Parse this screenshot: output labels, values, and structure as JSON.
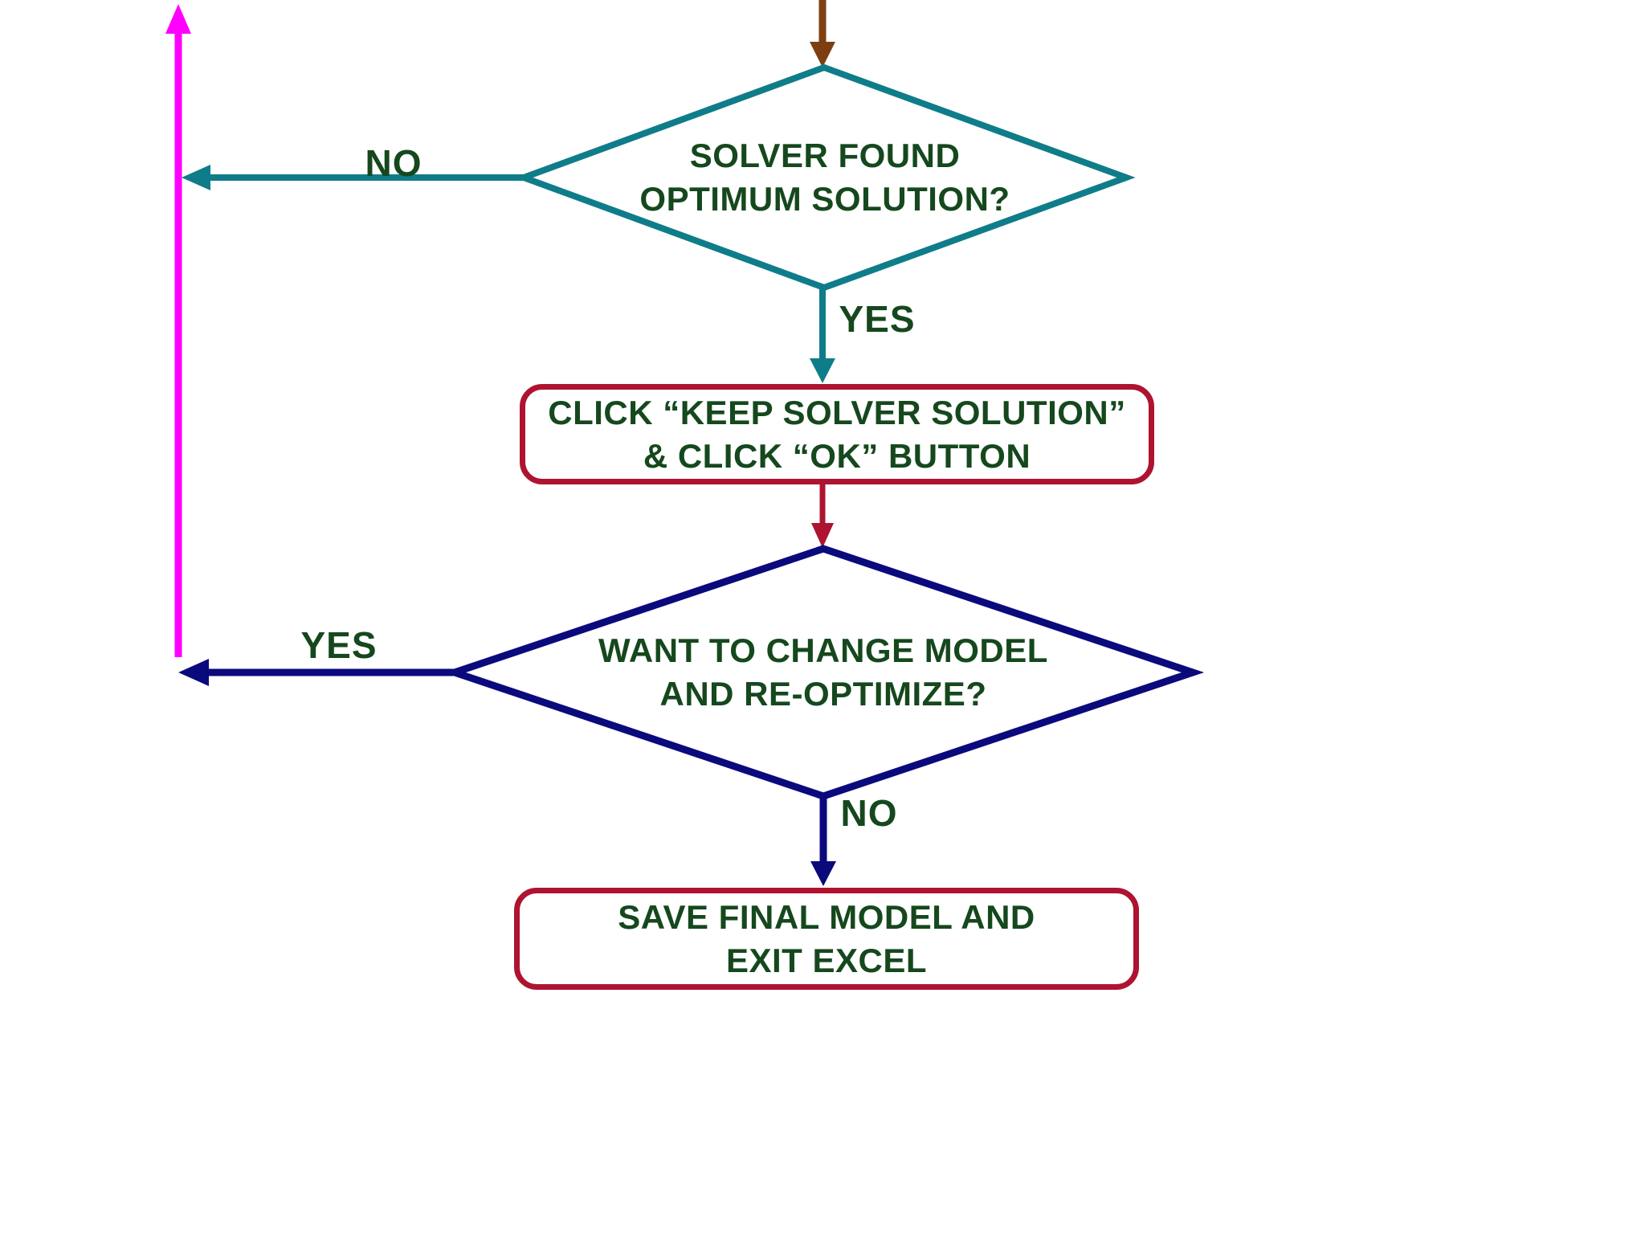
{
  "colors": {
    "teal": "#0f7d89",
    "navy": "#0a0a7d",
    "magenta": "#ff00ff",
    "brown": "#7d3f10",
    "crimson": "#ae1330",
    "text_green": "#15481d",
    "background": "#ffffff"
  },
  "nodes": {
    "decision_solver": {
      "line1": "SOLVER FOUND",
      "line2": "OPTIMUM SOLUTION?"
    },
    "process_keep_solution": {
      "line1": "CLICK “KEEP SOLVER SOLUTION”",
      "line2": "& CLICK “OK” BUTTON"
    },
    "decision_change_model": {
      "line1": "WANT TO CHANGE MODEL",
      "line2": "AND RE-OPTIMIZE?"
    },
    "process_save_exit": {
      "line1": "SAVE FINAL MODEL AND",
      "line2": "EXIT EXCEL"
    }
  },
  "edge_labels": {
    "solver_no": "NO",
    "solver_yes": "YES",
    "change_yes": "YES",
    "change_no": "NO"
  }
}
